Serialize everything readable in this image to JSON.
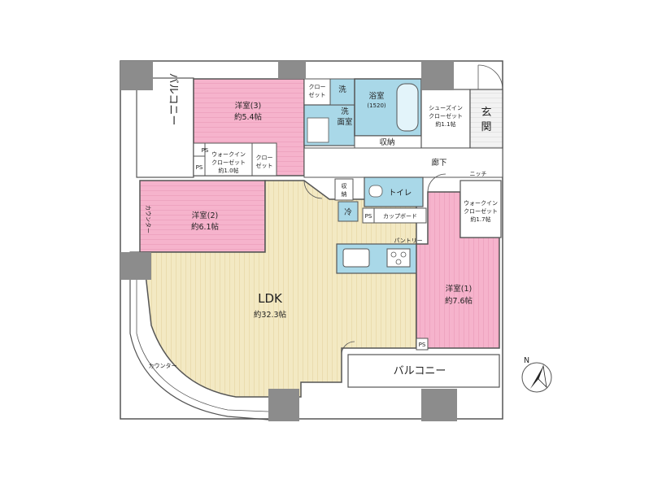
{
  "rooms": {
    "western3": {
      "name": "洋室(3)",
      "size": "約5.4帖"
    },
    "western2": {
      "name": "洋室(2)",
      "size": "約6.1帖"
    },
    "western1": {
      "name": "洋室(1)",
      "size": "約7.6帖"
    },
    "ldk": {
      "name": "LDK",
      "size": "約32.3帖"
    },
    "bath": {
      "name": "浴室",
      "size": "(1520)"
    }
  },
  "labels": {
    "balcony_vertical": "バルコニー",
    "balcony_bottom": "バルコニー",
    "closet_top_1": "クロー",
    "closet_top_2": "ゼット",
    "wash_mark": "洗",
    "washroom_1": "洗",
    "washroom_2": "面室",
    "storage": "収納",
    "shoes_1": "シューズイン",
    "shoes_2": "クローゼット",
    "shoes_3": "約1.1帖",
    "entrance_1": "玄",
    "entrance_2": "関",
    "hallway": "廊下",
    "niche": "ニッチ",
    "ps_1": "PS",
    "ps_2": "PS",
    "ps_3": "PS",
    "ps_4": "PS",
    "wic1_1": "ウォークイン",
    "wic1_2": "クローゼット",
    "wic1_3": "約1.0帖",
    "closet_mid_1": "クロー",
    "closet_mid_2": "ゼット",
    "storage_small_1": "収",
    "storage_small_2": "納",
    "toilet": "トイレ",
    "fridge": "冷",
    "cupboard": "カップボード",
    "pantry": "パントリー",
    "wic2_1": "ウォークイン",
    "wic2_2": "クローゼット",
    "wic2_3": "約1.7帖",
    "counter_west": "カウンター",
    "counter_bottom": "カウンター",
    "north": "N"
  },
  "colors": {
    "bedroom_pink": "#f4a9c3",
    "ldk_beige": "#f2e7be",
    "wet_blue": "#a9d8e8",
    "column_gray": "#8c8c8c",
    "wall": "#555555"
  }
}
